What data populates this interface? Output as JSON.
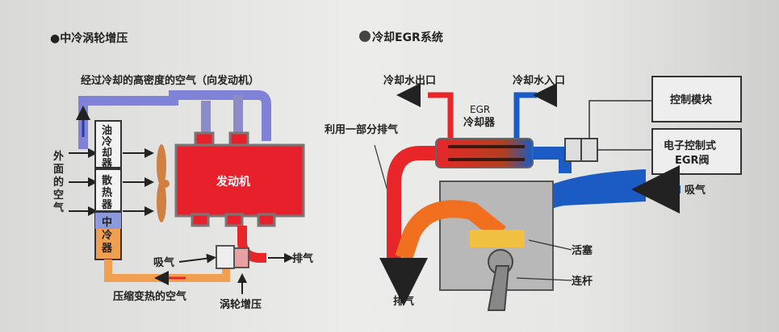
{
  "left": {
    "title": "●中冷涡轮增压",
    "cooled_air": "经过冷却的高密度的空气（向发动机）",
    "outside_air": [
      "外",
      "面",
      "的",
      "空",
      "气"
    ],
    "oil_cooler": [
      "油",
      "冷",
      "却",
      "器"
    ],
    "radiator": [
      "散",
      "热",
      "器"
    ],
    "intercooler": [
      "中",
      "冷",
      "器"
    ],
    "engine": "发动机",
    "intake": "吸气",
    "exhaust": "排气",
    "compressed_air": "压缩变热的空气",
    "turbo": "涡轮增压"
  },
  "right": {
    "title": "冷却EGR系统",
    "coolant_out": "冷却水出口",
    "coolant_in": "冷却水入口",
    "egr_cooler_1": "EGR",
    "egr_cooler_2": "冷却器",
    "use_exhaust": "利用一部分排气",
    "control_module": "控制模块",
    "egr_valve_1": "电子控制式",
    "egr_valve_2": "EGR阀",
    "intake": "吸气",
    "piston": "活塞",
    "rod": "连杆",
    "exhaust": "排气"
  },
  "colors": {
    "hot": "#e8262a",
    "cold": "#1a5bc4",
    "engine": "#e8202c",
    "pipe": "#7f82d6",
    "orange": "#f0a050"
  }
}
